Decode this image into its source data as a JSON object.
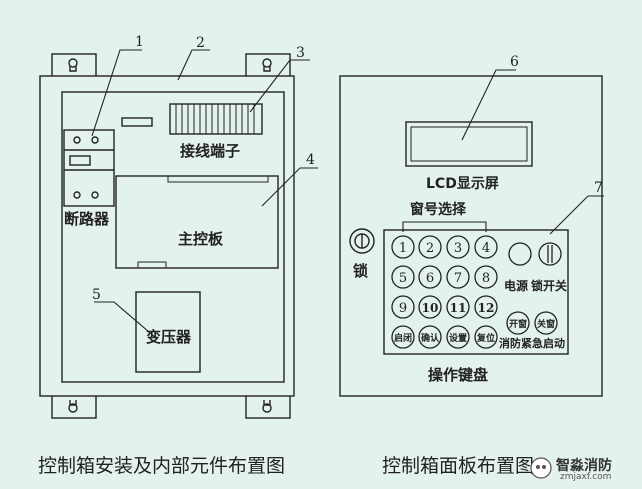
{
  "left_panel": {
    "callouts": [
      "1",
      "2",
      "3",
      "4",
      "5"
    ],
    "terminal_label": "接线端子",
    "breaker_label": "断路器",
    "board_label": "主控板",
    "transformer_label": "变压器",
    "caption": "控制箱安装及内部元件布置图"
  },
  "right_panel": {
    "callouts": [
      "6",
      "7"
    ],
    "lcd_label": "LCD显示屏",
    "window_select_label": "窗号选择",
    "lock_label": "锁",
    "power_label": "电源",
    "lock_switch_label": "锁开关",
    "number_keys": [
      "1",
      "2",
      "3",
      "4",
      "5",
      "6",
      "7",
      "8",
      "9",
      "10",
      "11",
      "12"
    ],
    "function_keys": [
      "启闭",
      "确认",
      "设置",
      "复位"
    ],
    "open_label": "开窗",
    "close_label": "关窗",
    "fire_label": "消防紧急启动",
    "keyboard_label": "操作键盘",
    "caption": "控制箱面板布置图"
  },
  "watermark": {
    "name": "智淼消防",
    "url": "zmjaxf.com"
  },
  "colors": {
    "background": "#e3f2ea",
    "line": "#222222"
  }
}
